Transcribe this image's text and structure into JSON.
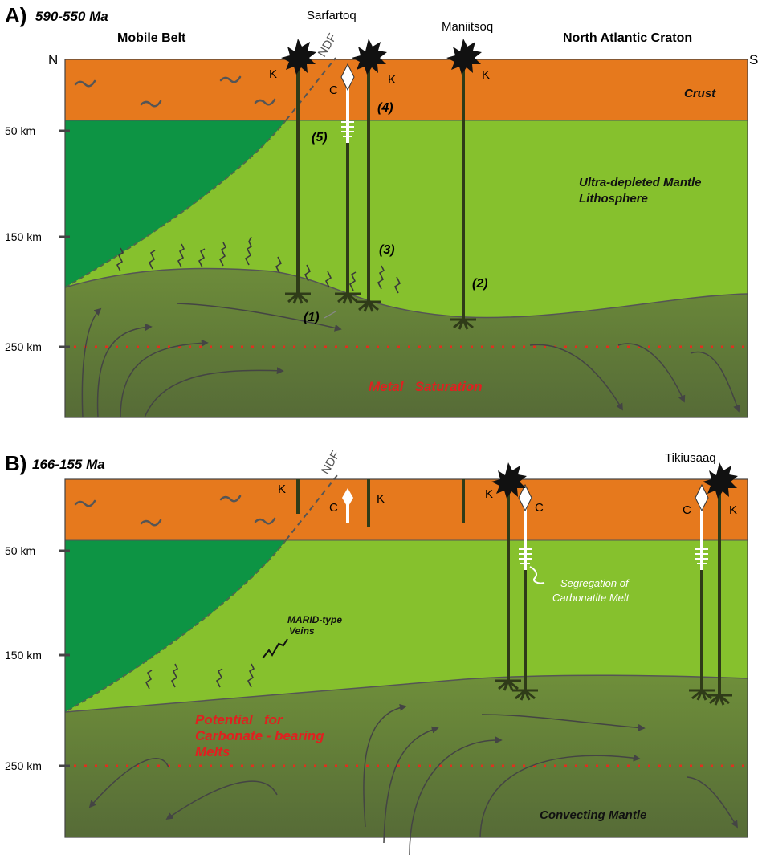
{
  "colors": {
    "crust": "#e6791d",
    "depleted_mantle": "#86c12d",
    "mobile_belt": "#0d9444",
    "convecting_mantle_top": "#7da63a",
    "convecting_mantle_bottom": "#566e38",
    "metal_line": "#e0301e",
    "dyke": "#2f3b18",
    "carbonatite": "#ffffff",
    "red_text": "#e02020"
  },
  "panel_a": {
    "letter": "A)",
    "age": "590-550 Ma",
    "left_region": "Mobile Belt",
    "right_region": "North Atlantic Craton",
    "north": "N",
    "south": "S",
    "locality_1": "Sarfartoq",
    "locality_2": "Maniitsoq",
    "fault": "NDF",
    "depths": [
      "50 km",
      "150 km",
      "250 km"
    ],
    "k_label": "K",
    "c_label": "C",
    "crust_label": "Crust",
    "mantle_label_1": "Ultra-depleted Mantle",
    "mantle_label_2": "Lithosphere",
    "metal_label": "Metal   Saturation",
    "numbers": [
      "(1)",
      "(2)",
      "(3)",
      "(4)",
      "(5)"
    ]
  },
  "panel_b": {
    "letter": "B)",
    "age": "166-155 Ma",
    "locality": "Tikiusaaq",
    "fault": "NDF",
    "depths": [
      "50 km",
      "150 km",
      "250 km"
    ],
    "k_label": "K",
    "c_label": "C",
    "marid_1": "MARID-type",
    "marid_2": "Veins",
    "seg_1": "Segregation of",
    "seg_2": "Carbonatite Melt",
    "potential_1": "Potential   for",
    "potential_2": "Carbonate - bearing",
    "potential_3": "Melts",
    "convecting_label": "Convecting Mantle"
  }
}
